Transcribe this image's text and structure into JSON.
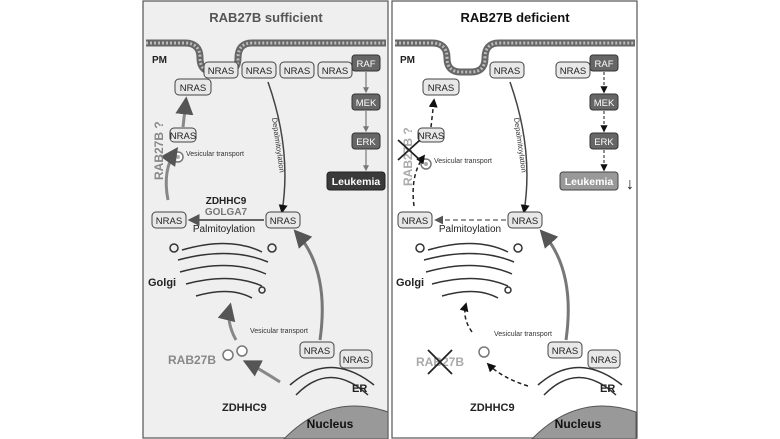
{
  "panels": [
    {
      "title": "RAB27B sufficient",
      "pm_label": "PM",
      "nras": "NRAS",
      "raf": "RAF",
      "mek": "MEK",
      "erk": "ERK",
      "leukemia": "Leukemia",
      "depalmitoylation": "Depalmitoylation",
      "vesicular_transport": "Vesicular transport",
      "rab27b_q": "RAB27B ?",
      "zdhhc9_top": "ZDHHC9",
      "golga7": "GOLGA7",
      "palmitoylation": "Palmitoylation",
      "golgi": "Golgi",
      "rab27b": "RAB27B",
      "er": "ER",
      "zdhhc9_bottom": "ZDHHC9",
      "nucleus": "Nucleus"
    },
    {
      "title": "RAB27B deficient",
      "pm_label": "PM",
      "nras": "NRAS",
      "raf": "RAF",
      "mek": "MEK",
      "erk": "ERK",
      "leukemia": "Leukemia",
      "down_arrow": "↓",
      "depalmitoylation": "Depalmitoylation",
      "vesicular_transport": "Vesicular transport",
      "rab27b_q": "RAB27B ?",
      "palmitoylation": "Palmitoylation",
      "golgi": "Golgi",
      "rab27b": "RAB27B",
      "er": "ER",
      "zdhhc9_bottom": "ZDHHC9",
      "nucleus": "Nucleus"
    }
  ],
  "colors": {
    "panel_bg": "#efefef",
    "panel_border": "#555555",
    "box_fill": "#e8e8e8",
    "dark_box": "#666666",
    "leukemia_box": "#3a3a3a",
    "arrow_gray": "#777777",
    "text_gray": "#888888"
  }
}
